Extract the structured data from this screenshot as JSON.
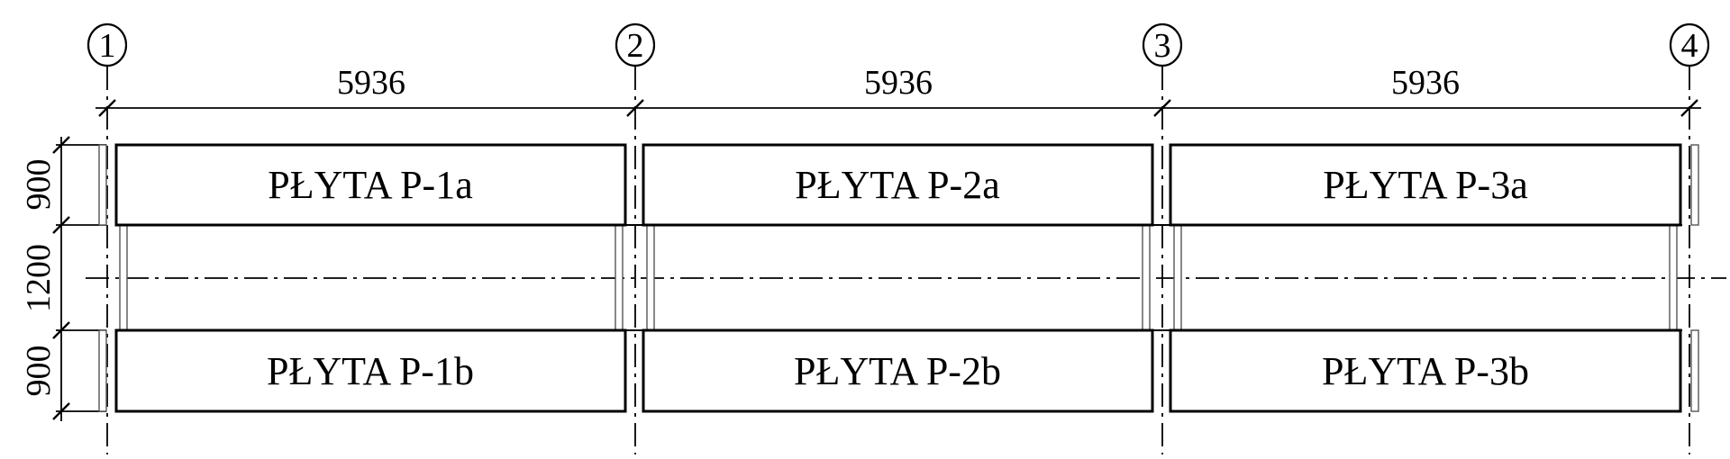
{
  "grid_axes": [
    "1",
    "2",
    "3",
    "4"
  ],
  "spans": [
    "5936",
    "5936",
    "5936"
  ],
  "row_dims": [
    "900",
    "1200",
    "900"
  ],
  "slabs": {
    "top": [
      "PŁYTA P-1a",
      "PŁYTA P-2a",
      "PŁYTA P-3a"
    ],
    "bottom": [
      "PŁYTA P-1b",
      "PŁYTA P-2b",
      "PŁYTA P-3b"
    ]
  }
}
